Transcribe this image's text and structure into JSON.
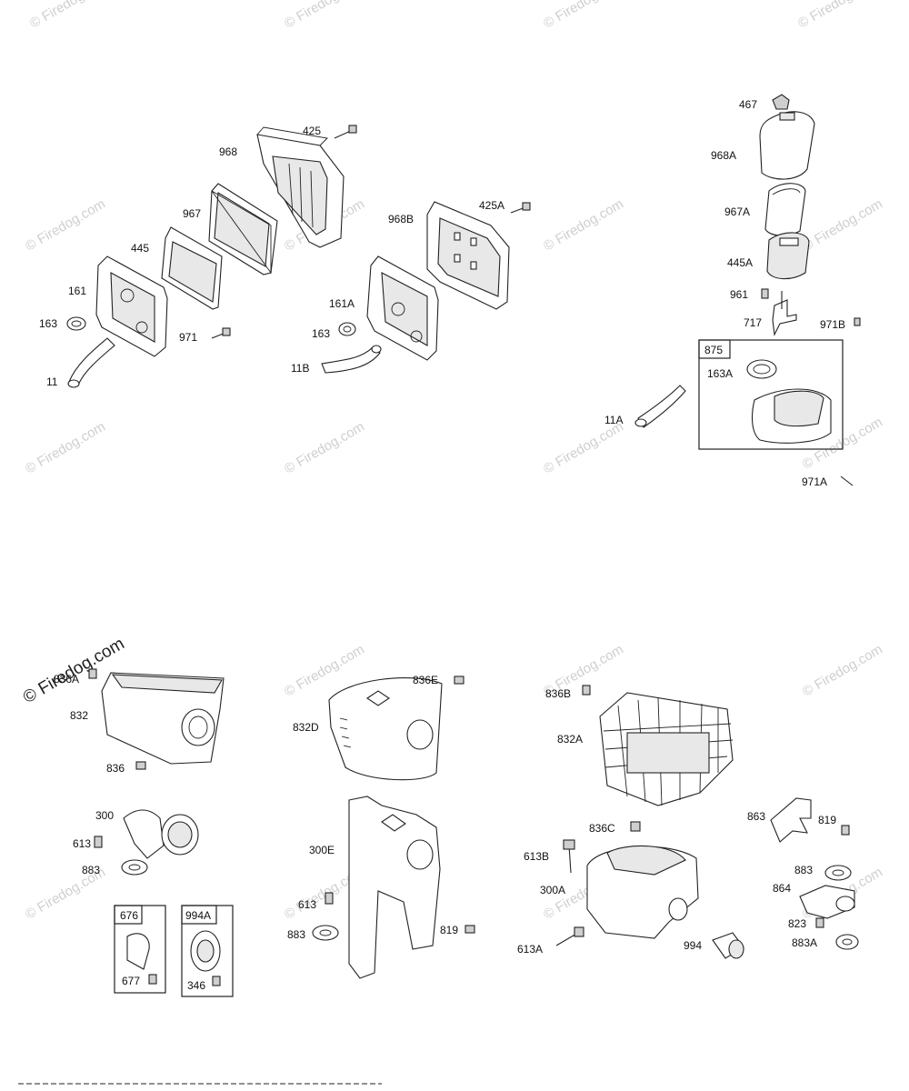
{
  "watermark": {
    "text": "© Firedog.com"
  },
  "labels": {
    "l_425": "425",
    "l_968": "968",
    "l_967": "967",
    "l_445": "445",
    "l_161": "161",
    "l_163": "163",
    "l_971": "971",
    "l_11": "11",
    "l_968B": "968B",
    "l_425A": "425A",
    "l_161A": "161A",
    "l_163b": "163",
    "l_11B": "11B",
    "l_467": "467",
    "l_968A": "968A",
    "l_967A": "967A",
    "l_445A": "445A",
    "l_961": "961",
    "l_717": "717",
    "l_971B": "971B",
    "l_875": "875",
    "l_163A": "163A",
    "l_11A": "11A",
    "l_971A": "971A",
    "l_836A": "836A",
    "l_832": "832",
    "l_836": "836",
    "l_300": "300",
    "l_613": "613",
    "l_883": "883",
    "l_676": "676",
    "l_677": "677",
    "l_994A": "994A",
    "l_346": "346",
    "l_836E": "836E",
    "l_832D": "832D",
    "l_300E": "300E",
    "l_613b": "613",
    "l_883b": "883",
    "l_819": "819",
    "l_836B": "836B",
    "l_832A": "832A",
    "l_836C": "836C",
    "l_613B": "613B",
    "l_300A": "300A",
    "l_613A": "613A",
    "l_994": "994",
    "l_863": "863",
    "l_819b": "819",
    "l_883c": "883",
    "l_864": "864",
    "l_823": "823",
    "l_883A": "883A"
  }
}
